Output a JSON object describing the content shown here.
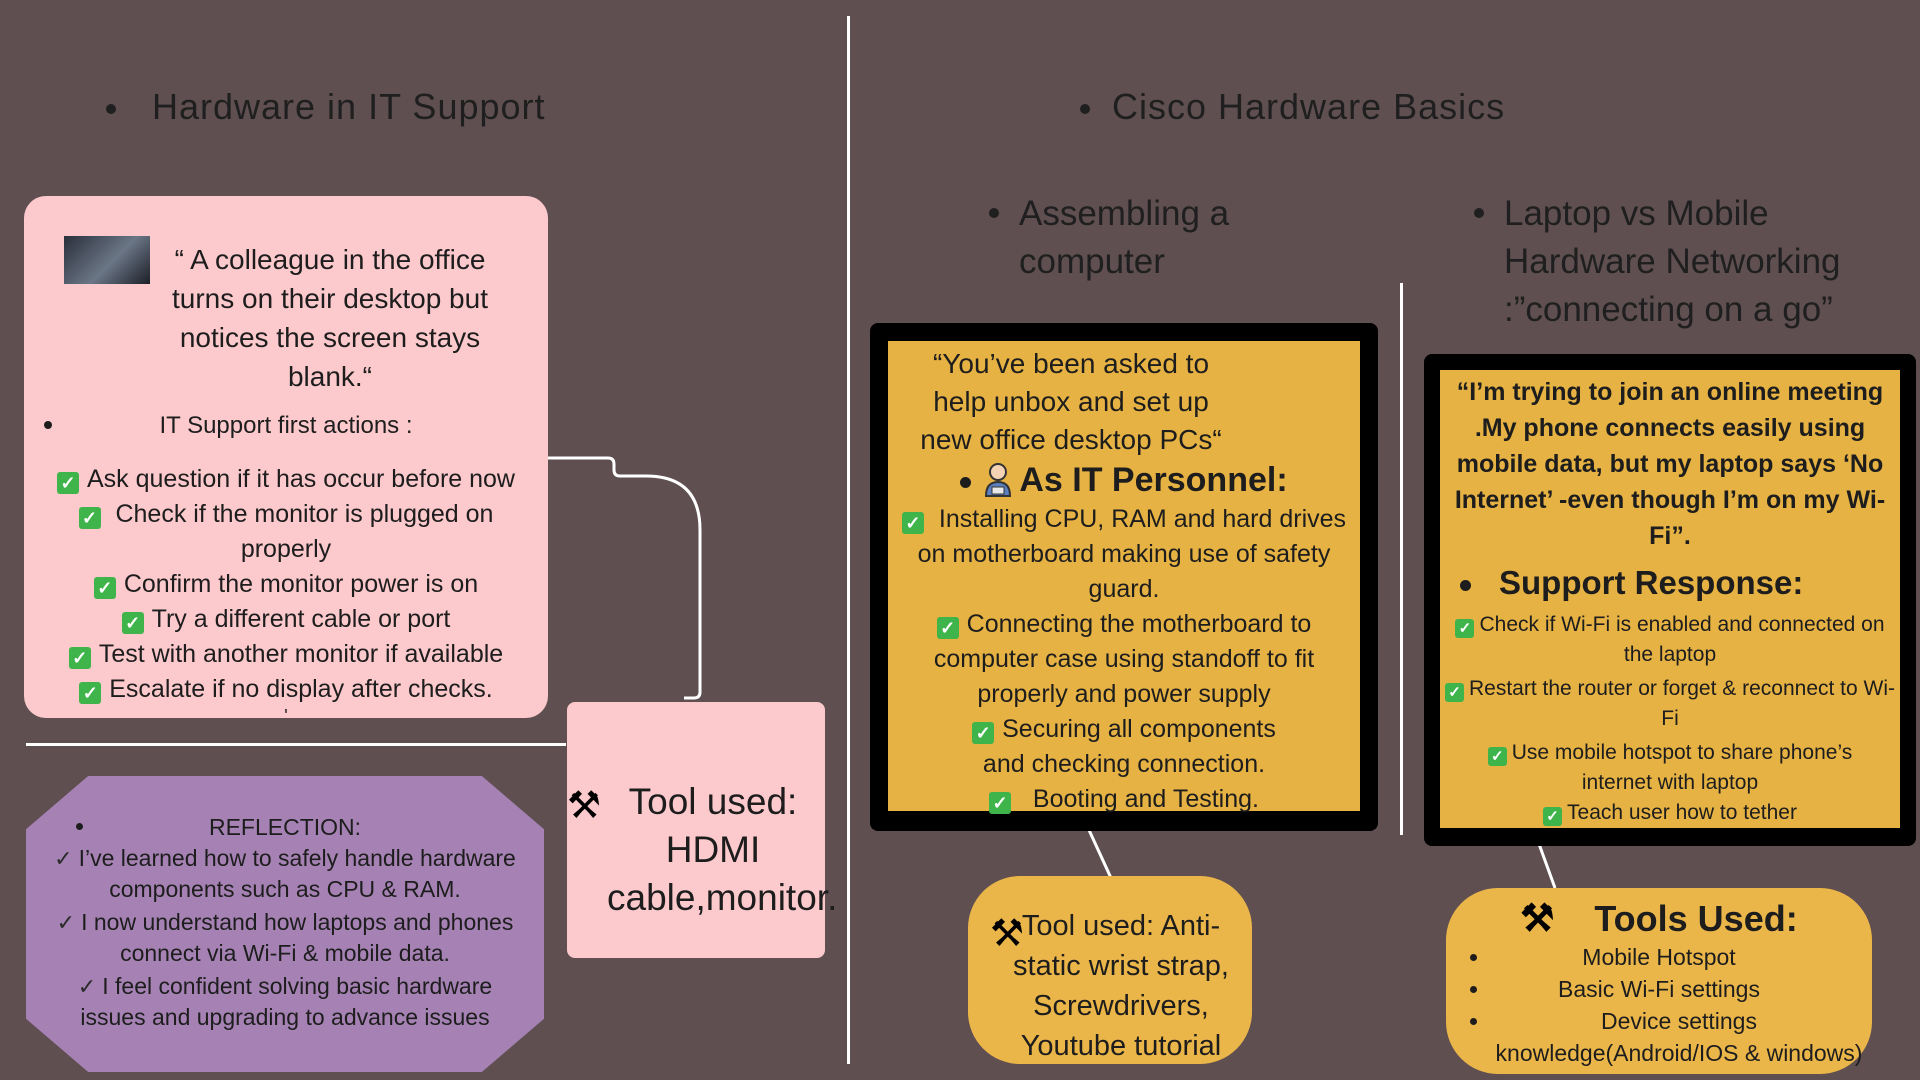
{
  "left_section": {
    "title": "Hardware in IT Support",
    "scenario_quote": "“ A colleague in the office turns on their desktop but notices the screen stays blank.“",
    "actions_title": "IT Support first actions :",
    "actions": [
      "Ask question if it has occur before now",
      "Check if the monitor is plugged on properly",
      "Confirm the monitor power is on",
      "Try a different cable or port",
      "Test with another monitor if available",
      "Escalate if no display after checks."
    ],
    "stray_mark": "'",
    "tool_used": "Tool used: HDMI cable,monitor.",
    "reflection": {
      "title": "REFLECTION:",
      "items": [
        "I’ve learned how to safely handle hardware components such as CPU & RAM.",
        "I now understand how laptops and phones connect via Wi-Fi & mobile data.",
        "I feel confident solving basic hardware issues and upgrading to advance issues"
      ]
    }
  },
  "right_section": {
    "title": "Cisco Hardware Basics",
    "assembling": {
      "heading": "Assembling a computer",
      "quote": "“You’ve been asked to help unbox and set up new office desktop PCs“",
      "role_title": "As IT Personnel:",
      "items": [
        "Installing CPU, RAM and hard drives on motherboard making use of safety guard.",
        "Connecting the motherboard to computer case using standoff to fit properly and power supply",
        "Securing all components and checking connection.",
        "Booting and Testing."
      ],
      "tool_used": "Tool used: Anti-static wrist strap, Screwdrivers, Youtube tutorial"
    },
    "networking": {
      "heading": "Laptop vs Mobile Hardware Networking :”connecting on a go”",
      "quote": "“I’m trying to join an online meeting .My phone connects easily using mobile data, but my laptop says ‘No Internet’ -even though I’m on my Wi-Fi”.",
      "response_title": "Support Response:",
      "items": [
        "Check if Wi-Fi is enabled and connected on the laptop",
        "Restart the router or forget & reconnect to Wi-Fi",
        "Use mobile hotspot to share phone’s internet with laptop",
        "Teach user how to tether"
      ],
      "tools_title": "Tools Used:",
      "tools": [
        "Mobile Hotspot",
        "Basic Wi-Fi settings",
        "Device settings knowledge(Android/IOS & windows)"
      ]
    }
  },
  "icons": {
    "check": "check-box-icon",
    "tick": "tick-icon",
    "tools": "hammer-wrench-icon",
    "person": "it-person-icon",
    "thumbnail": "computer-thumbnail"
  },
  "colors": {
    "background": "#5f4f51",
    "pink_card": "#fcc9cc",
    "reflection": "#a582b3",
    "gold": "#e6b243",
    "check_green": "#3fb44a"
  }
}
